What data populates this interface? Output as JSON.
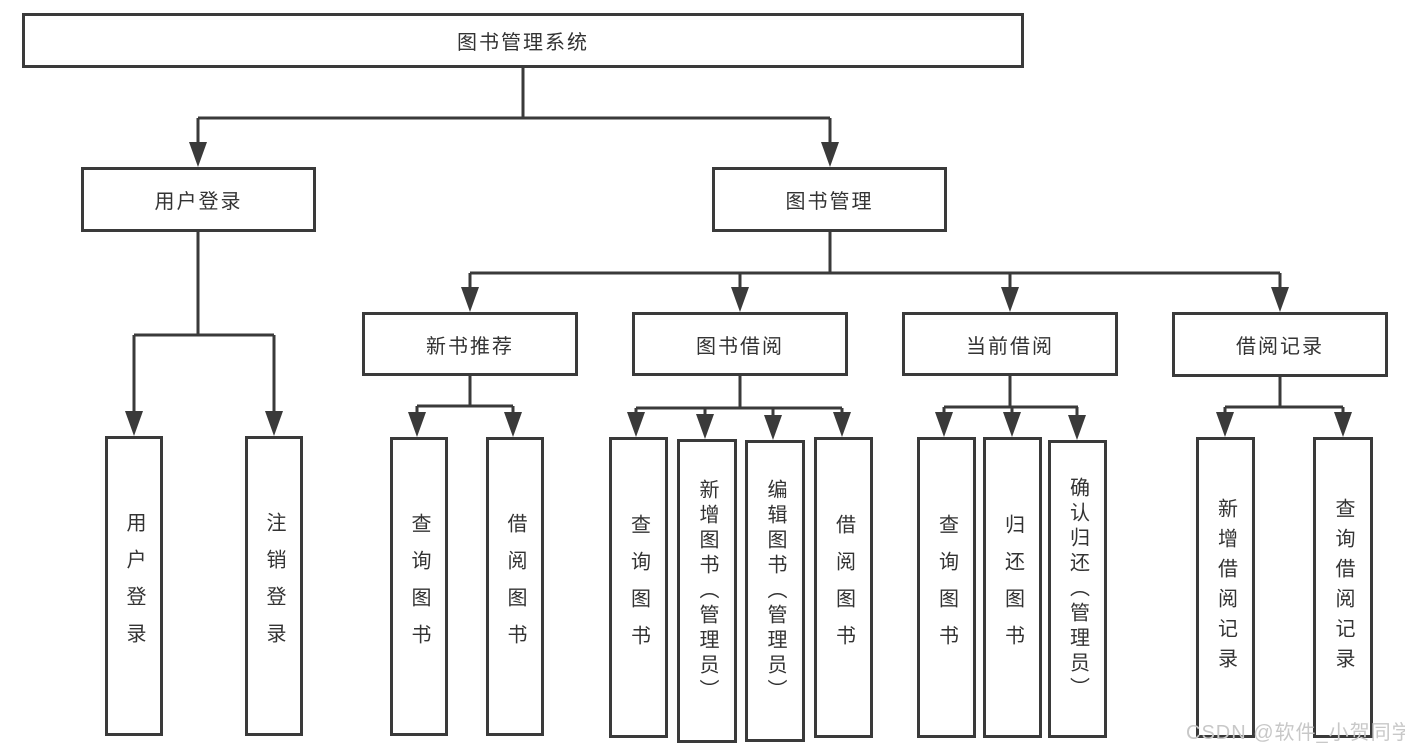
{
  "tree": {
    "root": "图书管理系统",
    "children": [
      {
        "label": "用户登录",
        "children": [
          "用户登录",
          "注销登录"
        ]
      },
      {
        "label": "图书管理",
        "children": [
          {
            "label": "新书推荐",
            "children": [
              "查询图书",
              "借阅图书"
            ]
          },
          {
            "label": "图书借阅",
            "children": [
              "查询图书",
              "新增图书（管理员）",
              "编辑图书（管理员）",
              "借阅图书"
            ]
          },
          {
            "label": "当前借阅",
            "children": [
              "查询图书",
              "归还图书",
              "确认归还（管理员）"
            ]
          },
          {
            "label": "借阅记录",
            "children": [
              "新增借阅记录",
              "查询借阅记录"
            ]
          }
        ]
      }
    ]
  },
  "watermark": "CSDN @软件_小贺同学",
  "colors": {
    "line": "#3a3a3a",
    "text": "#333333",
    "watermark": "#c8c8c8",
    "background": "#ffffff"
  }
}
